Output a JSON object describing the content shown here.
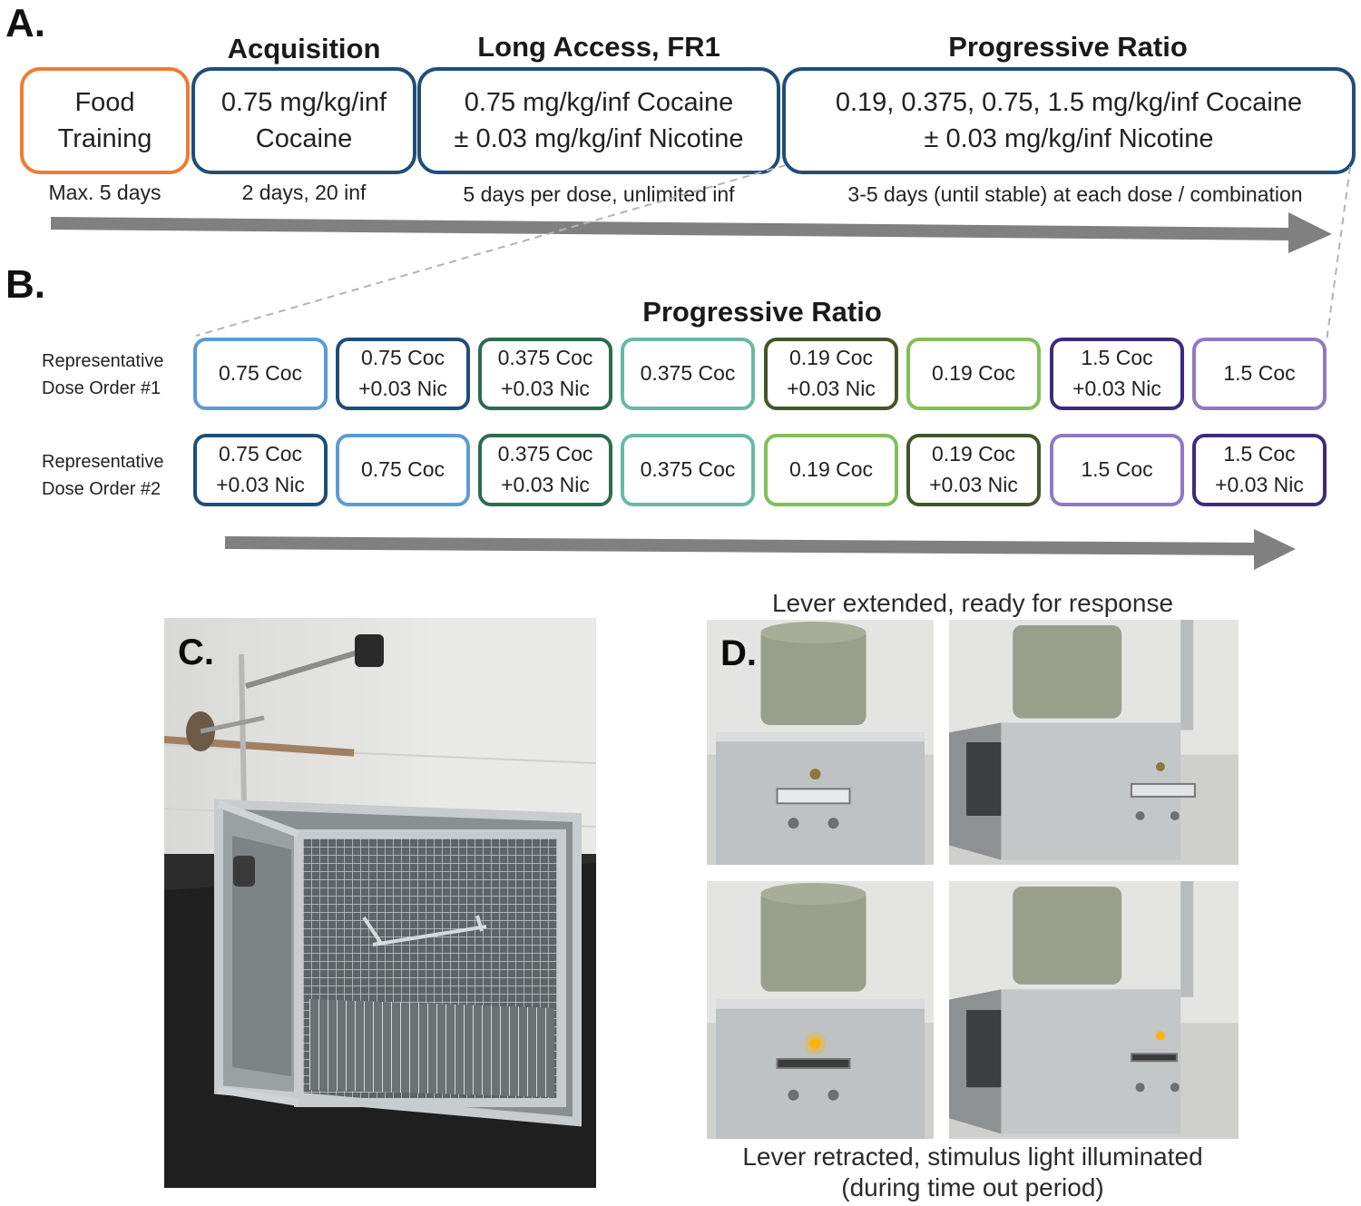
{
  "panel_a": {
    "letter": "A.",
    "stages": [
      {
        "header": "",
        "lines": [
          "Food",
          "Training"
        ],
        "duration": "Max. 5 days",
        "border": "#ed7d31"
      },
      {
        "header": "Acquisition",
        "lines": [
          "0.75 mg/kg/inf",
          "Cocaine"
        ],
        "duration": "2 days, 20 inf",
        "border": "#1f4e79"
      },
      {
        "header": "Long Access, FR1",
        "lines": [
          "0.75 mg/kg/inf Cocaine",
          "± 0.03 mg/kg/inf Nicotine"
        ],
        "duration": "5 days per dose, unlimited inf",
        "border": "#1f4e79"
      },
      {
        "header": "Progressive Ratio",
        "lines": [
          "0.19, 0.375, 0.75, 1.5 mg/kg/inf Cocaine",
          "± 0.03 mg/kg/inf Nicotine"
        ],
        "duration": "3-5 days (until stable) at each dose / combination",
        "border": "#1f4e79"
      }
    ]
  },
  "panel_b": {
    "letter": "B.",
    "title": "Progressive Ratio",
    "rows": [
      {
        "label_lines": [
          "Representative",
          "Dose Order #1"
        ],
        "doses": [
          {
            "lines": [
              "0.75 Coc"
            ],
            "color": "#5b9bd5"
          },
          {
            "lines": [
              "0.75 Coc",
              "+0.03 Nic"
            ],
            "color": "#1f4e79"
          },
          {
            "lines": [
              "0.375 Coc",
              "+0.03 Nic"
            ],
            "color": "#2e6b4f"
          },
          {
            "lines": [
              "0.375 Coc"
            ],
            "color": "#6bb8a6"
          },
          {
            "lines": [
              "0.19 Coc",
              "+0.03 Nic"
            ],
            "color": "#44552a"
          },
          {
            "lines": [
              "0.19 Coc"
            ],
            "color": "#82bf5a"
          },
          {
            "lines": [
              "1.5 Coc",
              "+0.03 Nic"
            ],
            "color": "#3d2b7a"
          },
          {
            "lines": [
              "1.5 Coc"
            ],
            "color": "#8f79c4"
          }
        ]
      },
      {
        "label_lines": [
          "Representative",
          "Dose Order #2"
        ],
        "doses": [
          {
            "lines": [
              "0.75 Coc",
              "+0.03 Nic"
            ],
            "color": "#1f4e79"
          },
          {
            "lines": [
              "0.75 Coc"
            ],
            "color": "#5b9bd5"
          },
          {
            "lines": [
              "0.375 Coc",
              "+0.03 Nic"
            ],
            "color": "#2e6b4f"
          },
          {
            "lines": [
              "0.375 Coc"
            ],
            "color": "#6bb8a6"
          },
          {
            "lines": [
              "0.19 Coc"
            ],
            "color": "#82bf5a"
          },
          {
            "lines": [
              "0.19 Coc",
              "+0.03 Nic"
            ],
            "color": "#44552a"
          },
          {
            "lines": [
              "1.5 Coc"
            ],
            "color": "#8f79c4"
          },
          {
            "lines": [
              "1.5 Coc",
              "+0.03 Nic"
            ],
            "color": "#3d2b7a"
          }
        ]
      }
    ]
  },
  "panel_c": {
    "letter": "C."
  },
  "panel_d": {
    "letter": "D.",
    "top_caption": "Lever extended, ready for response",
    "bottom_caption_lines": [
      "Lever retracted, stimulus light illuminated",
      "(during time out period)"
    ]
  },
  "colors": {
    "arrow": "#808080",
    "dashed": "#b3b3b3",
    "stimulus_light": "#ffb300"
  }
}
